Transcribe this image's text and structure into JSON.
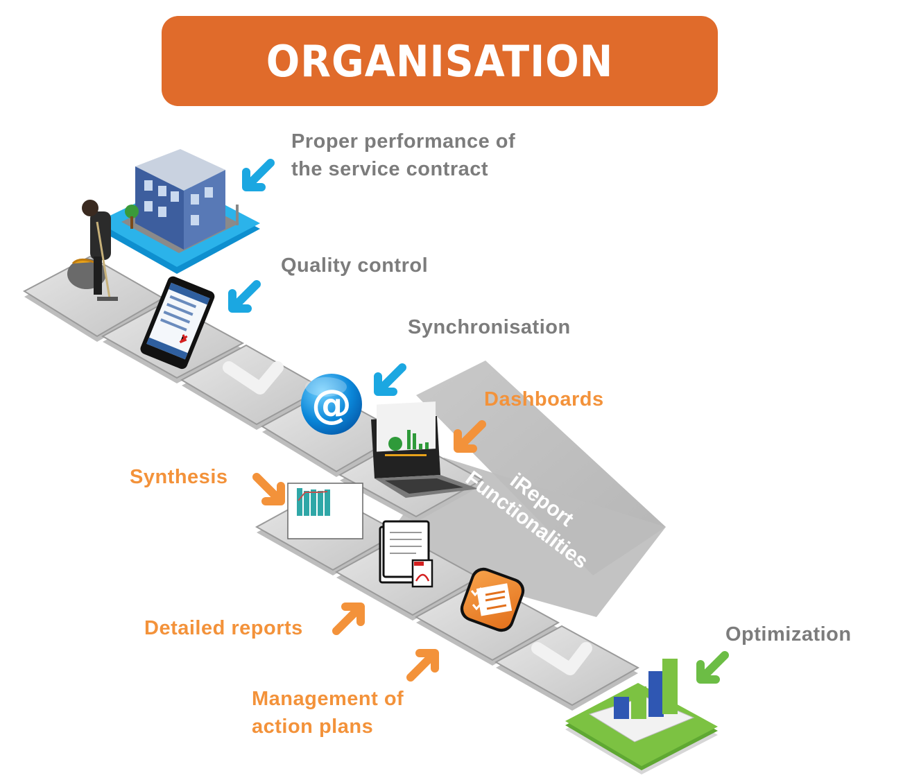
{
  "header": {
    "title": "ORGANISATION",
    "color": "#e06b2b"
  },
  "steps": [
    {
      "id": "service-contract",
      "label_line1": "Proper performance of",
      "label_line2": "the service contract",
      "label_color": "gray",
      "arrow_color": "#1ba7e1",
      "icon": "building-icon"
    },
    {
      "id": "quality-control",
      "label": "Quality control",
      "label_color": "gray",
      "arrow_color": "#1ba7e1",
      "icon": "smartphone-icon"
    },
    {
      "id": "synchronisation",
      "label": "Synchronisation",
      "label_color": "gray",
      "arrow_color": "#1ba7e1",
      "icon": "email-at-icon"
    },
    {
      "id": "dashboards",
      "label": "Dashboards",
      "label_color": "orange",
      "arrow_color": "#f3923a",
      "icon": "laptop-icon"
    },
    {
      "id": "synthesis",
      "label": "Synthesis",
      "label_color": "orange",
      "arrow_color": "#f3923a",
      "icon": "bar-chart-report-icon"
    },
    {
      "id": "detailed-reports",
      "label": "Detailed reports",
      "label_color": "orange",
      "arrow_color": "#f3923a",
      "icon": "pdf-document-icon"
    },
    {
      "id": "action-plans",
      "label_line1": "Management of",
      "label_line2": "action plans",
      "label_color": "orange",
      "arrow_color": "#f3923a",
      "icon": "checklist-icon"
    },
    {
      "id": "optimization",
      "label": "Optimization",
      "label_color": "gray",
      "arrow_color": "#6cbd45",
      "icon": "growth-chart-icon"
    }
  ],
  "band": {
    "line1": "iReport",
    "line2": "Functionalities"
  },
  "colors": {
    "gray_text": "#7c7c7c",
    "orange_text": "#f3923a",
    "blue_arrow": "#1ba7e1",
    "green_arrow": "#6cbd45",
    "green_tile": "#7cc242"
  }
}
